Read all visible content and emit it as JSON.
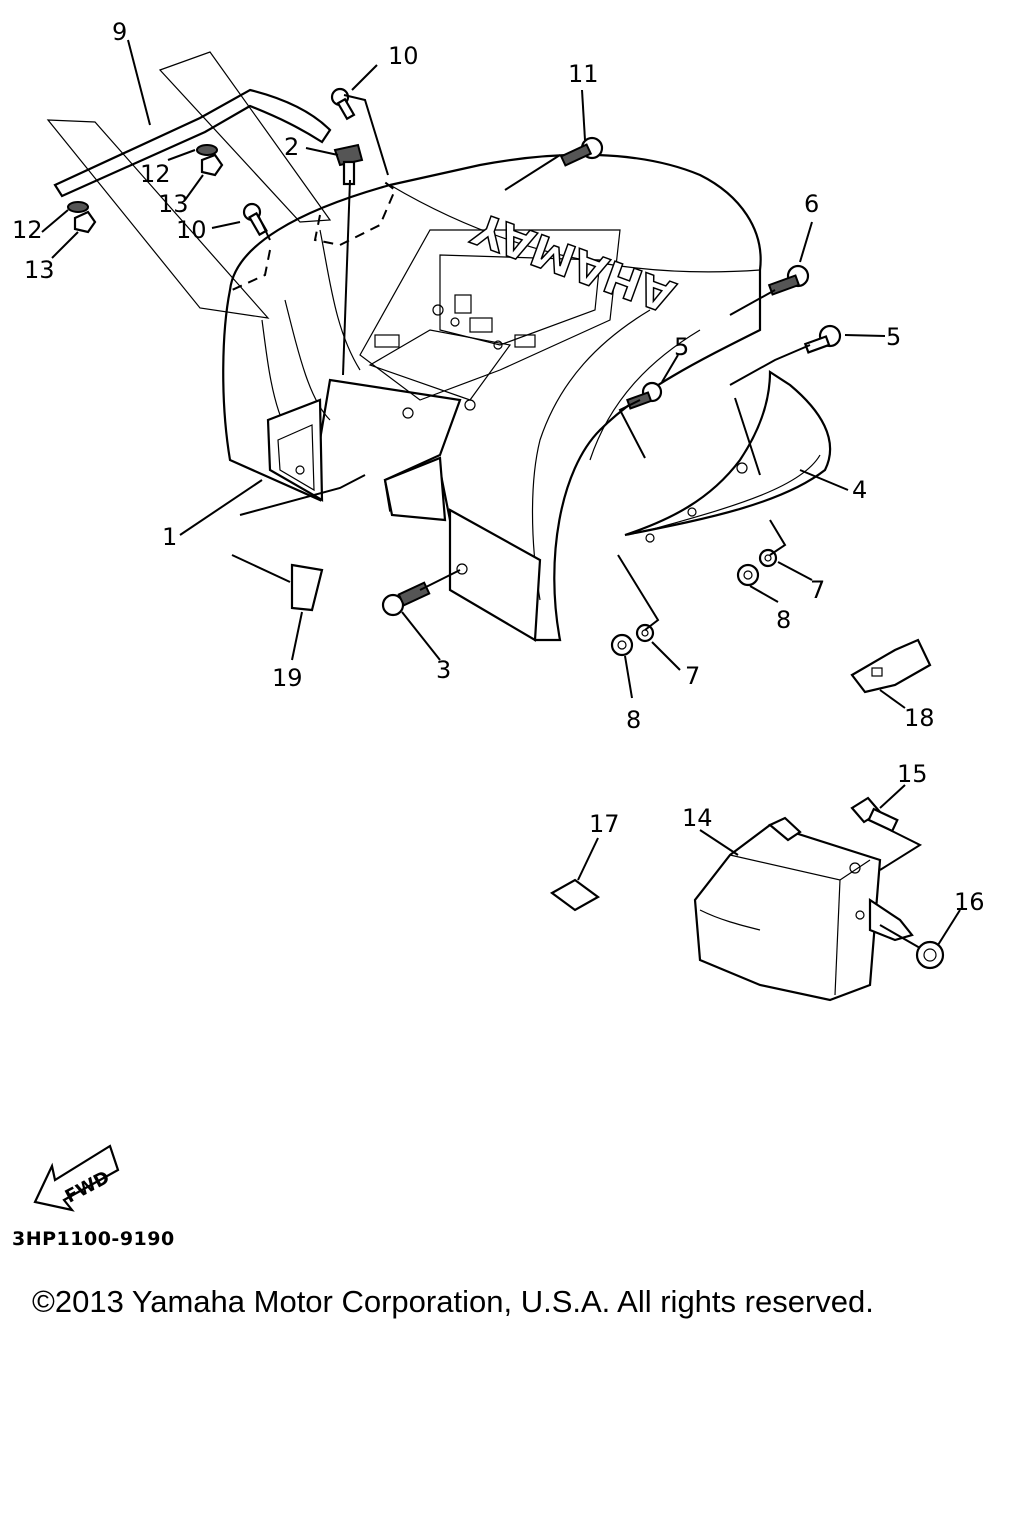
{
  "diagram": {
    "brand_text": "YAMAHA",
    "fwd_text": "FWD",
    "callouts": {
      "c1": "1",
      "c2": "2",
      "c3": "3",
      "c4": "4",
      "c5a": "5",
      "c5b": "5",
      "c6": "6",
      "c7a": "7",
      "c7b": "7",
      "c8a": "8",
      "c8b": "8",
      "c9": "9",
      "c10a": "10",
      "c10b": "10",
      "c11": "11",
      "c12a": "12",
      "c12b": "12",
      "c13a": "13",
      "c13b": "13",
      "c14": "14",
      "c15": "15",
      "c16": "16",
      "c17": "17",
      "c18": "18",
      "c19": "19"
    }
  },
  "footer": {
    "part_code": "3HP1100-9190",
    "copyright": "©2013 Yamaha Motor Corporation, U.S.A. All rights reserved."
  }
}
